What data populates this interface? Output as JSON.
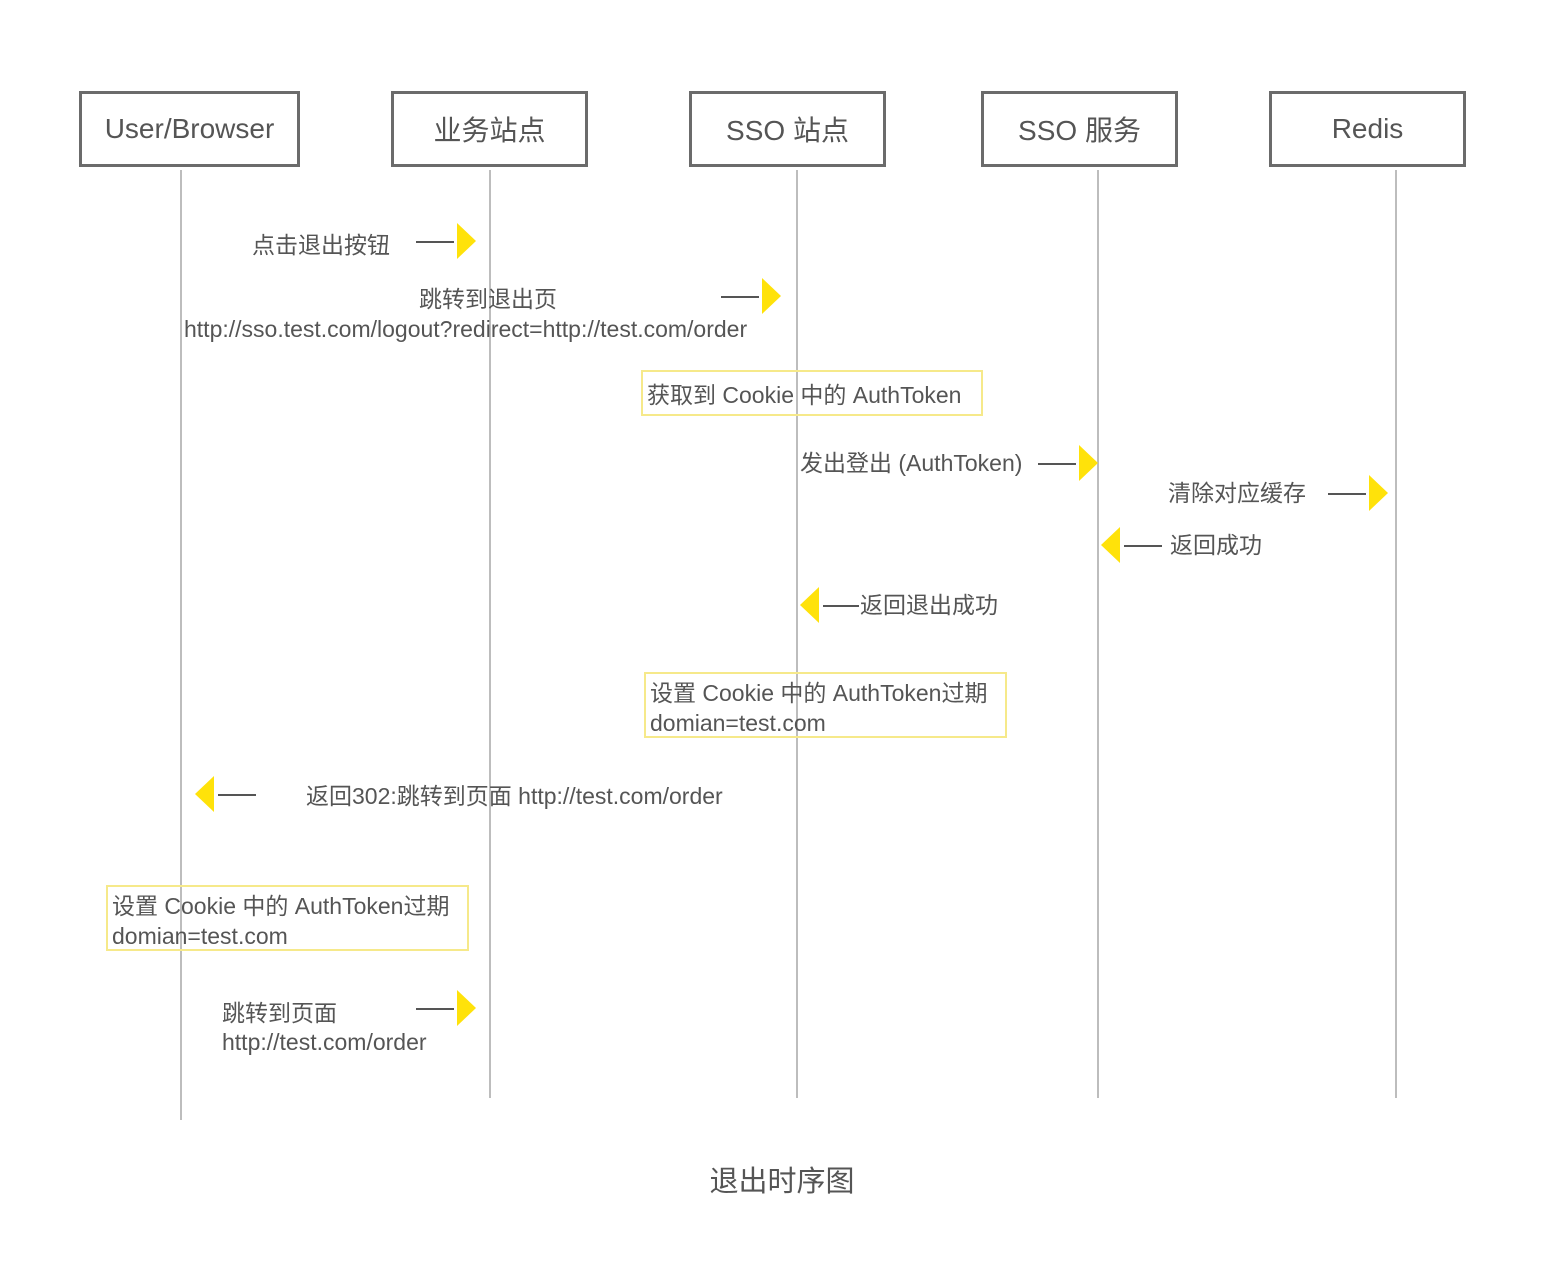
{
  "actors": [
    "User/Browser",
    "业务站点",
    "SSO 站点",
    "SSO 服务",
    "Redis"
  ],
  "messages": {
    "m1": "点击退出按钮",
    "m2_line1": "跳转到退出页",
    "m2_line2": "http://sso.test.com/logout?redirect=http://test.com/order",
    "m3": "发出登出 (AuthToken)",
    "m4": "清除对应缓存",
    "m5": "返回成功",
    "m6": "返回退出成功",
    "m7": "返回302:跳转到页面 http://test.com/order",
    "m8_line1": "跳转到页面",
    "m8_line2": "http://test.com/order"
  },
  "notes": {
    "n1": "获取到 Cookie 中的 AuthToken",
    "n2_line1": "设置 Cookie 中的 AuthToken过期",
    "n2_line2": "domian=test.com",
    "n3_line1": "设置 Cookie 中的 AuthToken过期",
    "n3_line2": "domian=test.com"
  },
  "caption": "退出时序图",
  "colors": {
    "arrow_head": "#ffe20a",
    "note_border": "#f6e98a",
    "actor_border": "#6b6b6b",
    "lifeline": "#bdbdbd",
    "text": "#555555"
  }
}
